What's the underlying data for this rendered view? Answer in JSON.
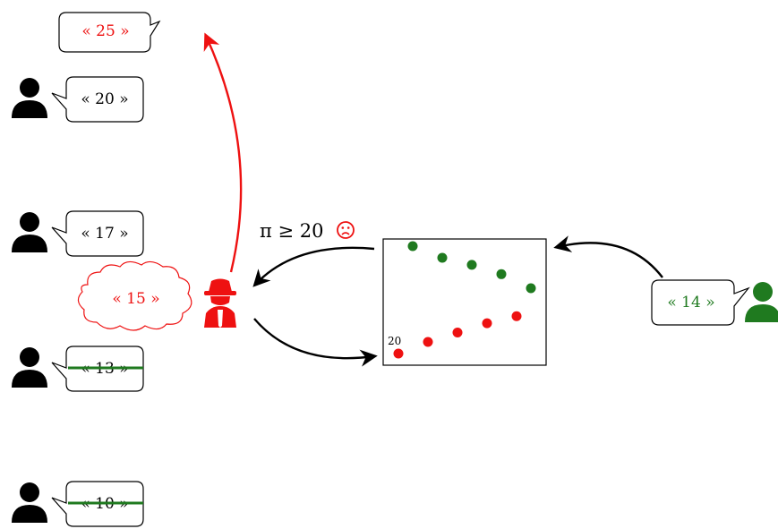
{
  "colors": {
    "red": "#ee1111",
    "green": "#1f7a1f",
    "black": "#000000"
  },
  "bubbles": {
    "top_red": "« 25 »",
    "user_20": "« 20 »",
    "user_17": "« 17 »",
    "spy_thought": "« 15 »",
    "user_13": "« 13 »",
    "user_10": "« 10 »",
    "right_user": "« 14 »"
  },
  "condition": {
    "text": "π ≥ 20",
    "frown_icon": "frowning-face-icon"
  },
  "plot": {
    "annotation": "20"
  },
  "icons": {
    "user": "user-icon",
    "spy": "spy-icon"
  },
  "chart_data": {
    "type": "scatter",
    "title": "",
    "xlabel": "",
    "ylabel": "",
    "series": [
      {
        "color": "#1f7a1f",
        "values": [
          5,
          4.5,
          4.2,
          3.8,
          3.2
        ]
      },
      {
        "color": "#ee1111",
        "values": [
          0.4,
          0.9,
          1.3,
          1.7,
          2.0
        ]
      }
    ],
    "annotations": [
      "20"
    ]
  }
}
